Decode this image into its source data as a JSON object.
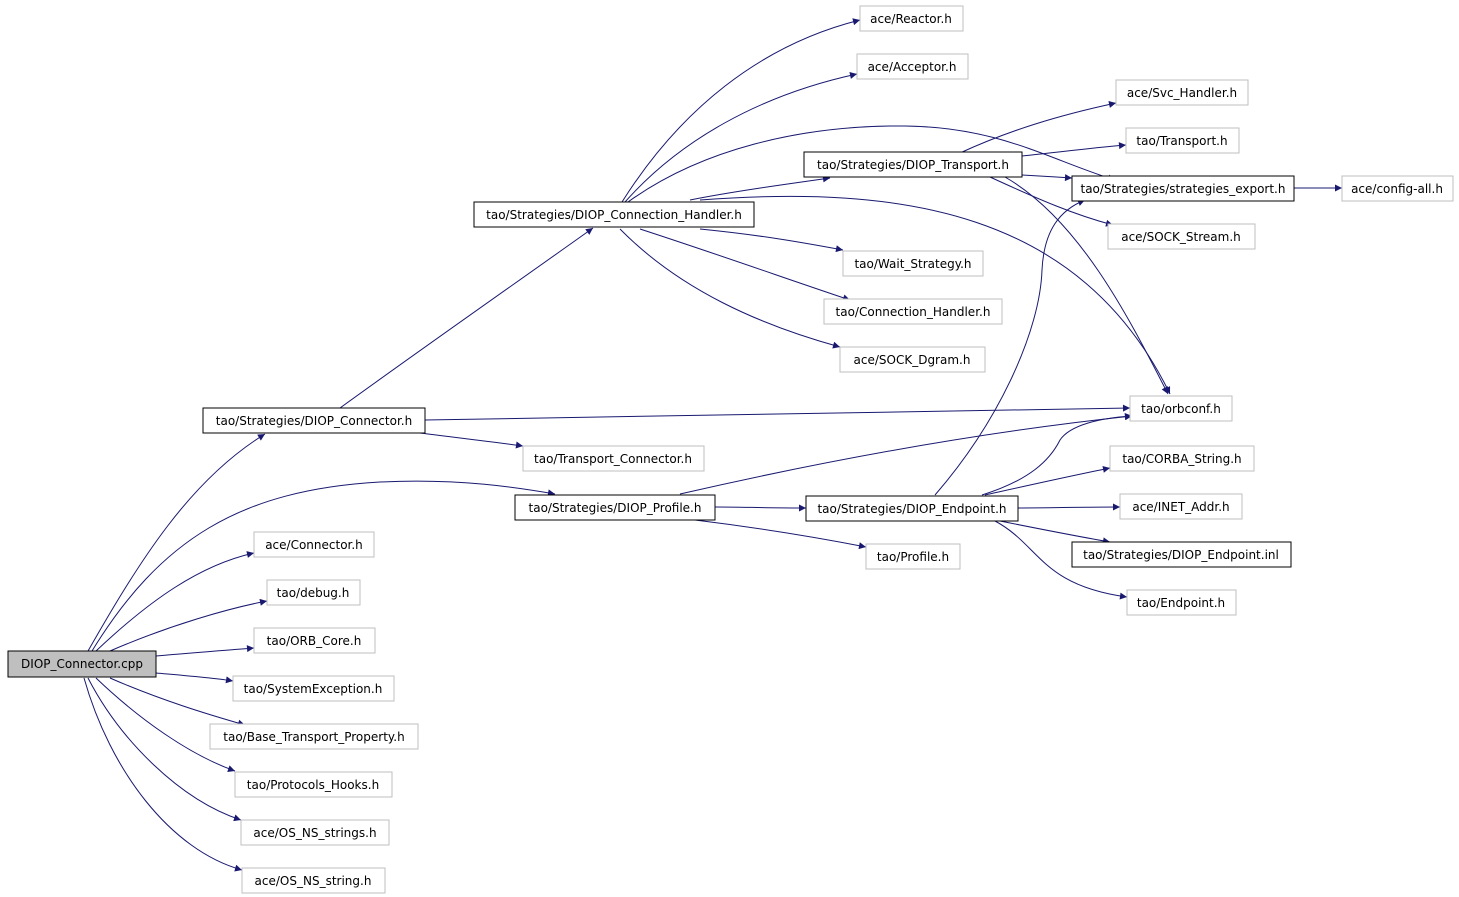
{
  "diagram": {
    "colors": {
      "edge": "#191970",
      "root_fill": "#bfbfbf",
      "node_fill": "#ffffff",
      "documented_border": "#000000",
      "undocumented_border": "#bfbfbf"
    },
    "nodes": [
      {
        "id": "root",
        "label": "DIOP_Connector.cpp"
      },
      {
        "id": "diop_connector_h",
        "label": "tao/Strategies/DIOP_Connector.h"
      },
      {
        "id": "diop_connection_handler_h",
        "label": "tao/Strategies/DIOP_Connection_Handler.h"
      },
      {
        "id": "reactor_h",
        "label": "ace/Reactor.h"
      },
      {
        "id": "acceptor_h",
        "label": "ace/Acceptor.h"
      },
      {
        "id": "svc_handler_h",
        "label": "ace/Svc_Handler.h"
      },
      {
        "id": "transport_h",
        "label": "tao/Transport.h"
      },
      {
        "id": "diop_transport_h",
        "label": "tao/Strategies/DIOP_Transport.h"
      },
      {
        "id": "strategies_export_h",
        "label": "tao/Strategies/strategies_export.h"
      },
      {
        "id": "config_all_h",
        "label": "ace/config-all.h"
      },
      {
        "id": "sock_stream_h",
        "label": "ace/SOCK_Stream.h"
      },
      {
        "id": "wait_strategy_h",
        "label": "tao/Wait_Strategy.h"
      },
      {
        "id": "connection_handler_h",
        "label": "tao/Connection_Handler.h"
      },
      {
        "id": "sock_dgram_h",
        "label": "ace/SOCK_Dgram.h"
      },
      {
        "id": "orbconf_h",
        "label": "tao/orbconf.h"
      },
      {
        "id": "transport_connector_h",
        "label": "tao/Transport_Connector.h"
      },
      {
        "id": "corba_string_h",
        "label": "tao/CORBA_String.h"
      },
      {
        "id": "diop_profile_h",
        "label": "tao/Strategies/DIOP_Profile.h"
      },
      {
        "id": "diop_endpoint_h",
        "label": "tao/Strategies/DIOP_Endpoint.h"
      },
      {
        "id": "inet_addr_h",
        "label": "ace/INET_Addr.h"
      },
      {
        "id": "connector_h",
        "label": "ace/Connector.h"
      },
      {
        "id": "diop_endpoint_inl",
        "label": "tao/Strategies/DIOP_Endpoint.inl"
      },
      {
        "id": "profile_h",
        "label": "tao/Profile.h"
      },
      {
        "id": "debug_h",
        "label": "tao/debug.h"
      },
      {
        "id": "endpoint_h",
        "label": "tao/Endpoint.h"
      },
      {
        "id": "orb_core_h",
        "label": "tao/ORB_Core.h"
      },
      {
        "id": "system_exception_h",
        "label": "tao/SystemException.h"
      },
      {
        "id": "base_transport_property_h",
        "label": "tao/Base_Transport_Property.h"
      },
      {
        "id": "protocols_hooks_h",
        "label": "tao/Protocols_Hooks.h"
      },
      {
        "id": "os_ns_strings_h",
        "label": "ace/OS_NS_strings.h"
      },
      {
        "id": "os_ns_string_h",
        "label": "ace/OS_NS_string.h"
      }
    ]
  }
}
